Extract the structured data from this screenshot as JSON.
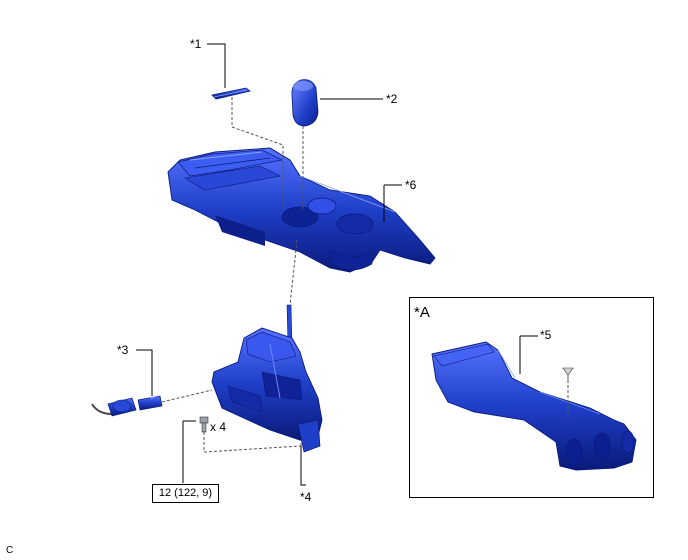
{
  "callouts": {
    "part1": "*1",
    "part2": "*2",
    "part3": "*3",
    "part4_qty": "x 4",
    "part4": "*4",
    "part5": "*5",
    "part6": "*6"
  },
  "inset": {
    "label": "*A"
  },
  "torque": "12 (122, 9)",
  "footer_code": "C",
  "colors": {
    "part_fill": "#1f3fc8",
    "part_dark": "#0a1a7a",
    "part_light": "#6a86ff",
    "line": "#000000"
  },
  "icons": [
    "bolt-icon",
    "clip-icon"
  ]
}
